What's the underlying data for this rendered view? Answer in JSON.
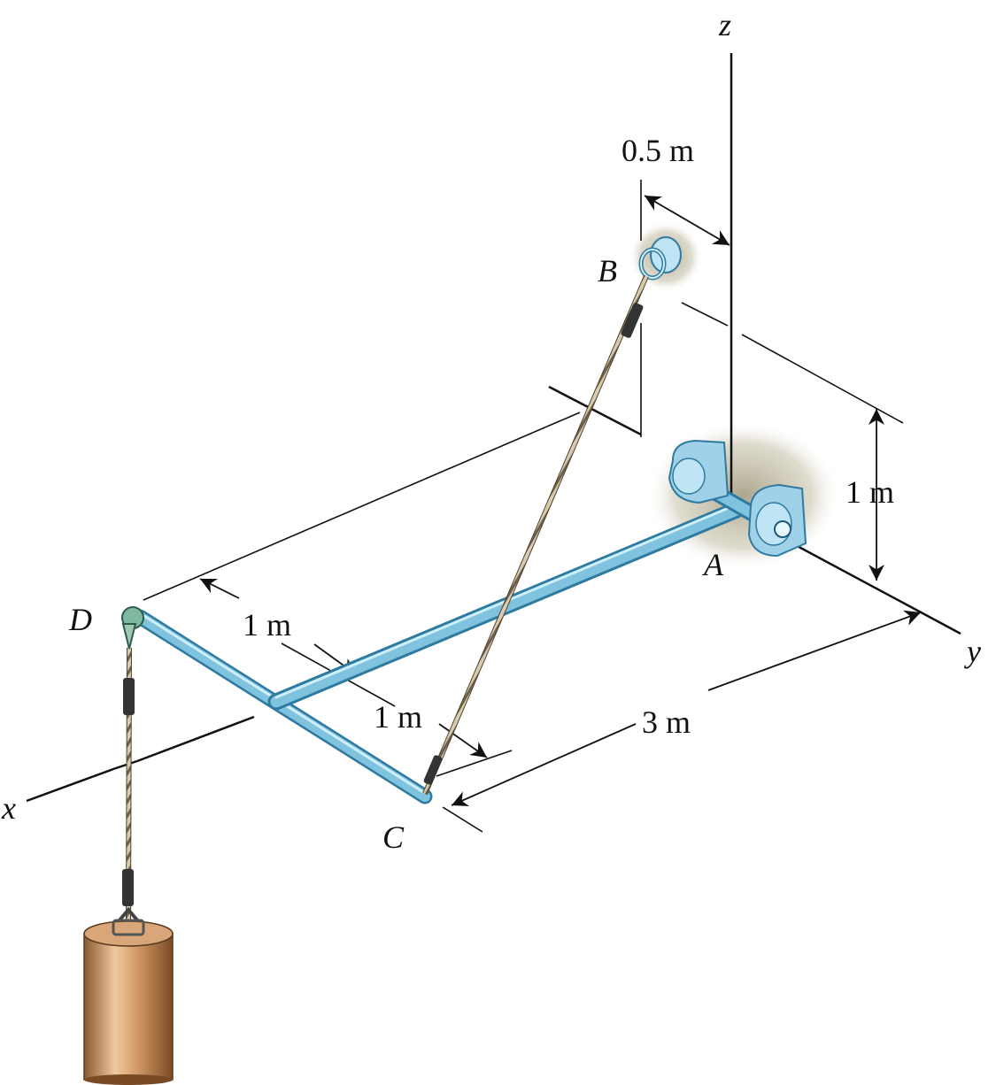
{
  "axes": {
    "x": "x",
    "y": "y",
    "z": "z"
  },
  "points": {
    "A": "A",
    "B": "B",
    "C": "C",
    "D": "D"
  },
  "dimensions": {
    "offset_b": "0.5 m",
    "height_b": "1 m",
    "length_y": "3 m",
    "seg_d": "1 m",
    "seg_c": "1 m"
  },
  "colors": {
    "rod": "#7fc3df",
    "rod_dark": "#2f7aa0",
    "rod_light": "#cfeefa",
    "cable": "#b8a98a",
    "weight": "#c88f5e",
    "shadow": "#b7b09a"
  }
}
